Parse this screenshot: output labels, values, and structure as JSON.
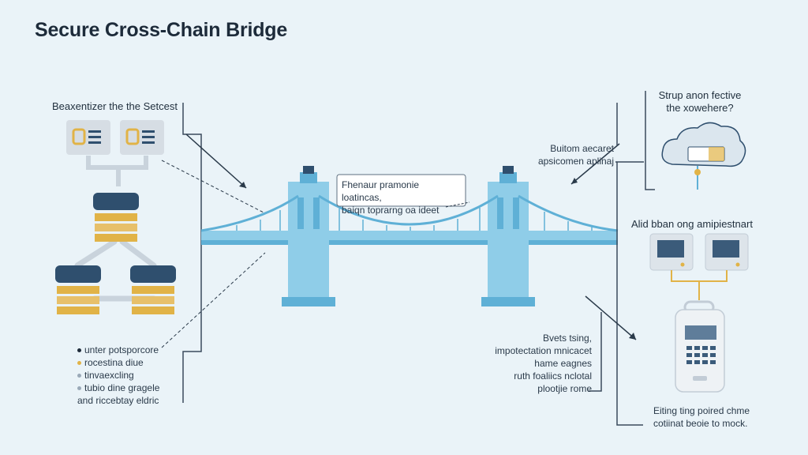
{
  "title": "Secure Cross-Chain Bridge",
  "left_heading": "Beaxentizer the the Setcest",
  "bridge_callout": [
    "Fhenaur pramonie loatincas,",
    "baiqn toprarng oa ideet"
  ],
  "right_callout": [
    "Buitom aecaret",
    "apsicomen aplinaj"
  ],
  "top_right_note": [
    "Strup anon fective",
    "the xowehere?"
  ],
  "right_heading": "Alid bban ong amipiestnart",
  "bullets": [
    {
      "text": "unter potsporcore",
      "color": "#1e2b3a"
    },
    {
      "text": "rocestina diue",
      "color": "#e1b347"
    },
    {
      "text": "tinvaexcling",
      "color": "#9aa9b8"
    },
    {
      "text": "tubio dine gragele",
      "color": "#9aa9b8"
    },
    {
      "text": "and riccebtay eldric",
      "color": ""
    }
  ],
  "mid_right_text": [
    "Bvets tsing,",
    "impotectation mnicacet",
    "hame eagnes",
    "ruth foaliics nclotal",
    "plootjie rome"
  ],
  "bottom_right_text": [
    "Eiting ting poired chme",
    "cotiinat beoie to mock."
  ],
  "colors": {
    "bridge": "#8fcde8",
    "bridge_dark": "#5fb0d6",
    "accent": "#e1b347",
    "node": "#2f4f6e"
  }
}
